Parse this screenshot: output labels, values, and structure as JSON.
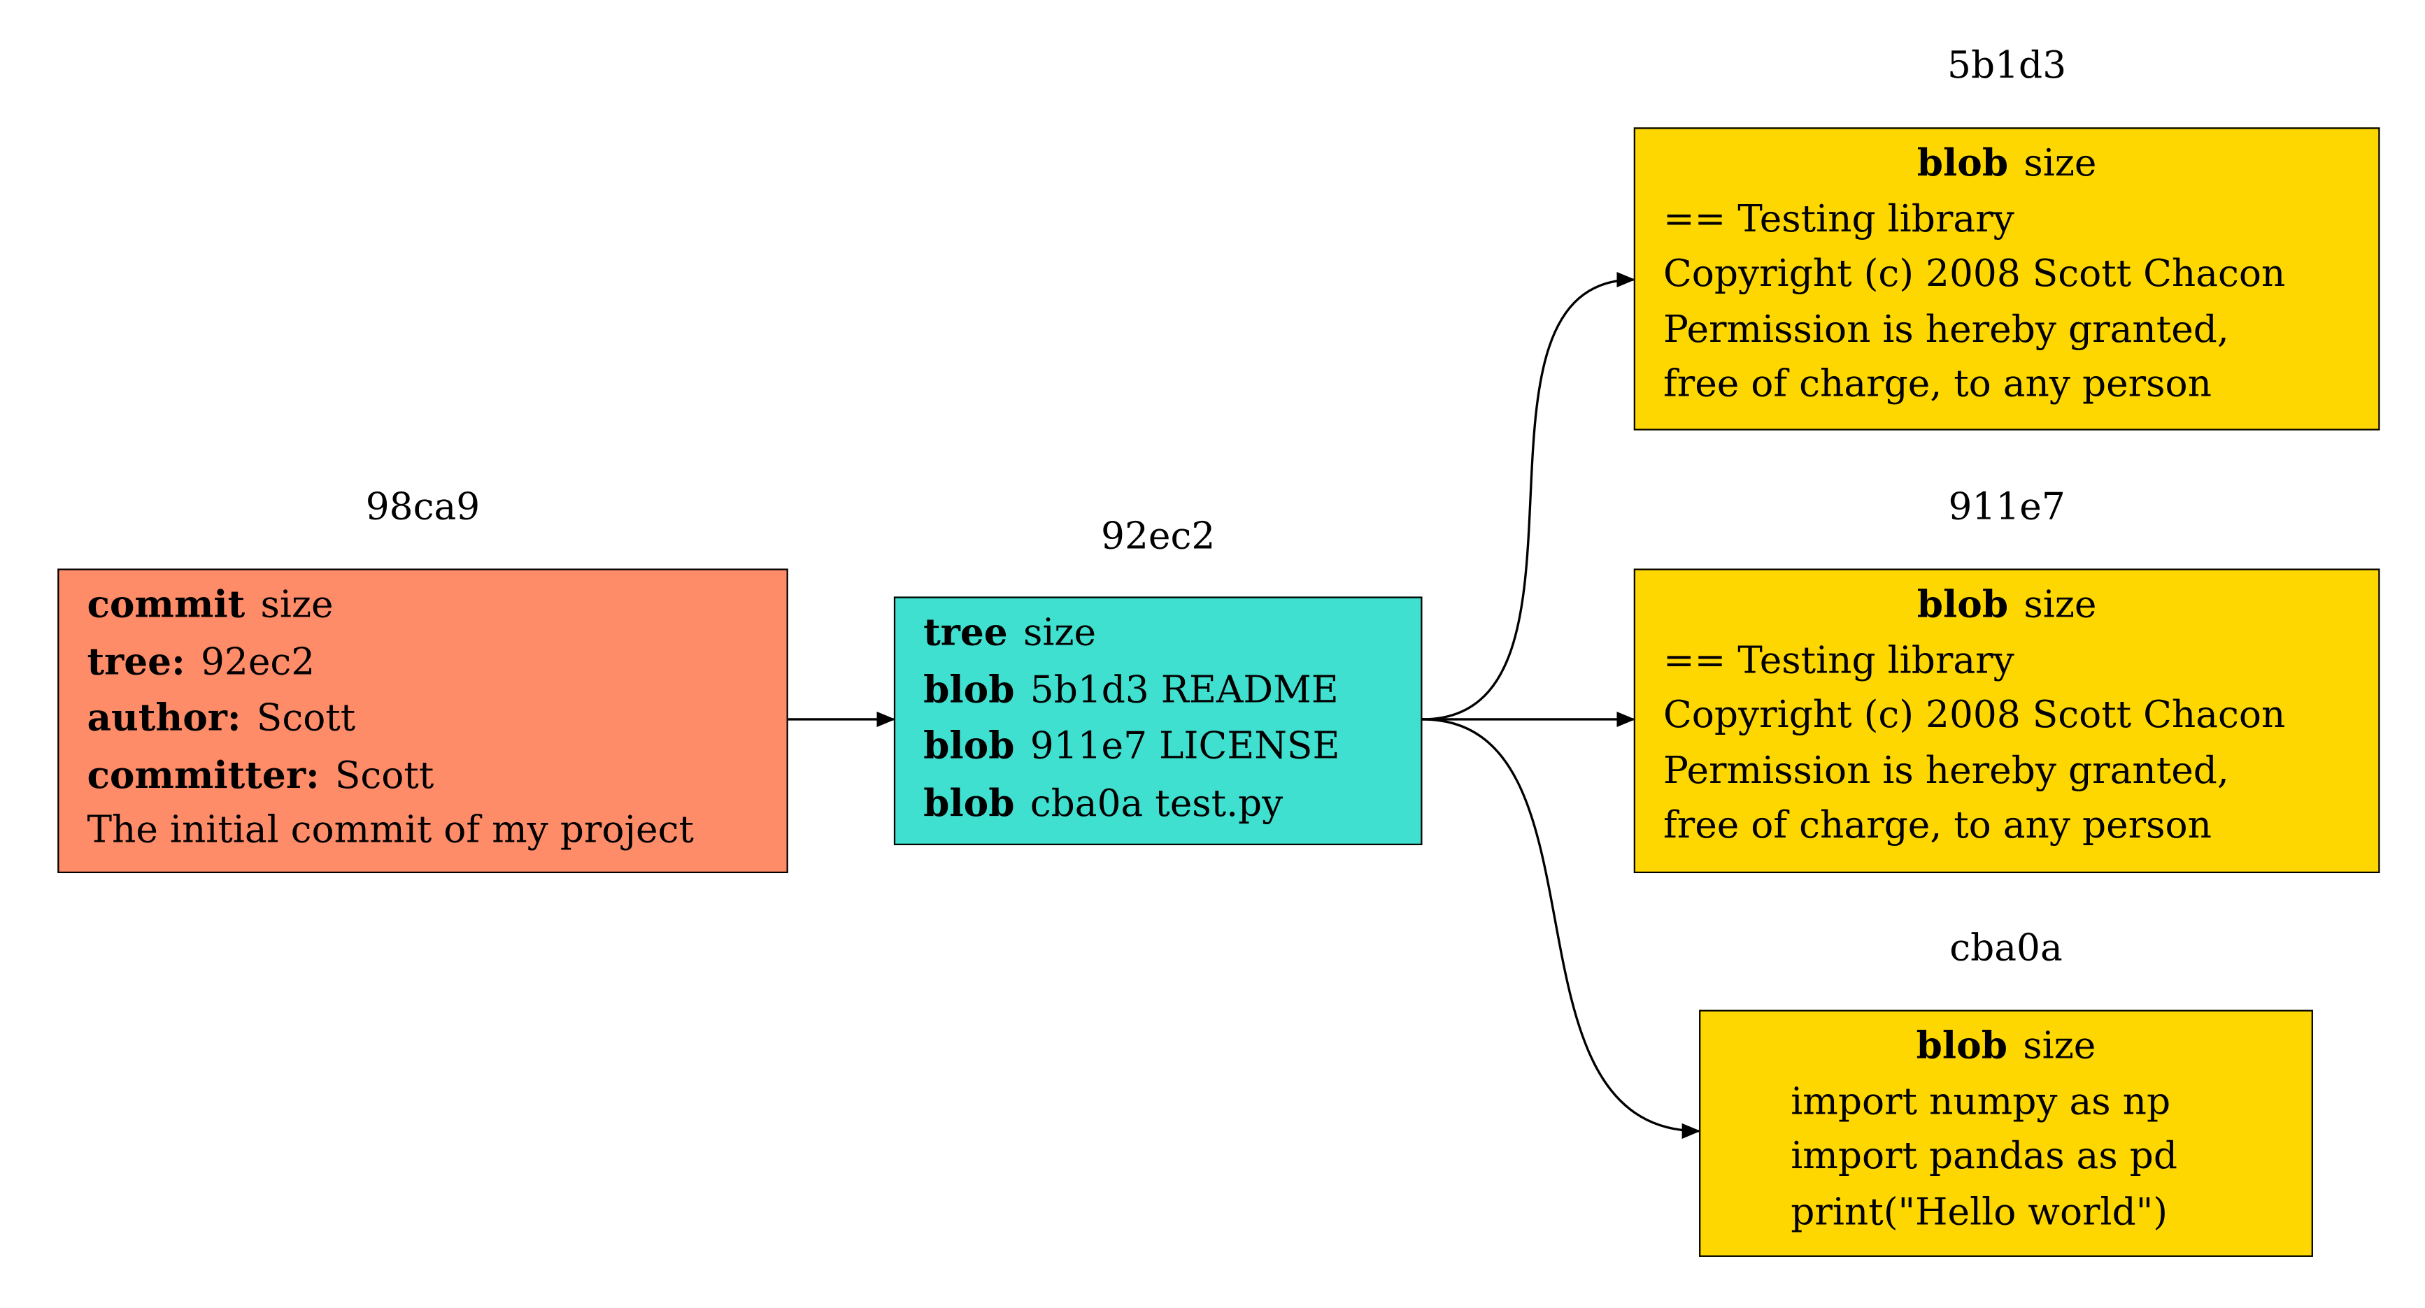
{
  "commit": {
    "id": "98ca9",
    "type_label": "commit",
    "size_label": "size",
    "tree_key": "tree:",
    "tree_value": "92ec2",
    "author_key": "author:",
    "author_value": "Scott",
    "committer_key": "committer:",
    "committer_value": "Scott",
    "message": "The initial commit of my project"
  },
  "tree": {
    "id": "92ec2",
    "type_label": "tree",
    "size_label": "size",
    "entries": [
      {
        "type": "blob",
        "value": "5b1d3 README"
      },
      {
        "type": "blob",
        "value": "911e7 LICENSE"
      },
      {
        "type": "blob",
        "value": "cba0a test.py"
      }
    ]
  },
  "blobs": [
    {
      "id": "5b1d3",
      "type_label": "blob",
      "size_label": "size",
      "lines": [
        "== Testing library",
        "Copyright (c) 2008 Scott Chacon",
        "Permission is hereby granted,",
        "free of charge, to any person"
      ]
    },
    {
      "id": "911e7",
      "type_label": "blob",
      "size_label": "size",
      "lines": [
        "== Testing library",
        "Copyright (c) 2008 Scott Chacon",
        "Permission is hereby granted,",
        "free of charge, to any person"
      ]
    },
    {
      "id": "cba0a",
      "type_label": "blob",
      "size_label": "size",
      "lines": [
        "import numpy as np",
        "import pandas as pd",
        "print(\"Hello world\")"
      ]
    }
  ],
  "colors": {
    "commit": "#ff8c69",
    "tree": "#40e0d0",
    "blob": "#ffd700",
    "edge": "#000000"
  }
}
